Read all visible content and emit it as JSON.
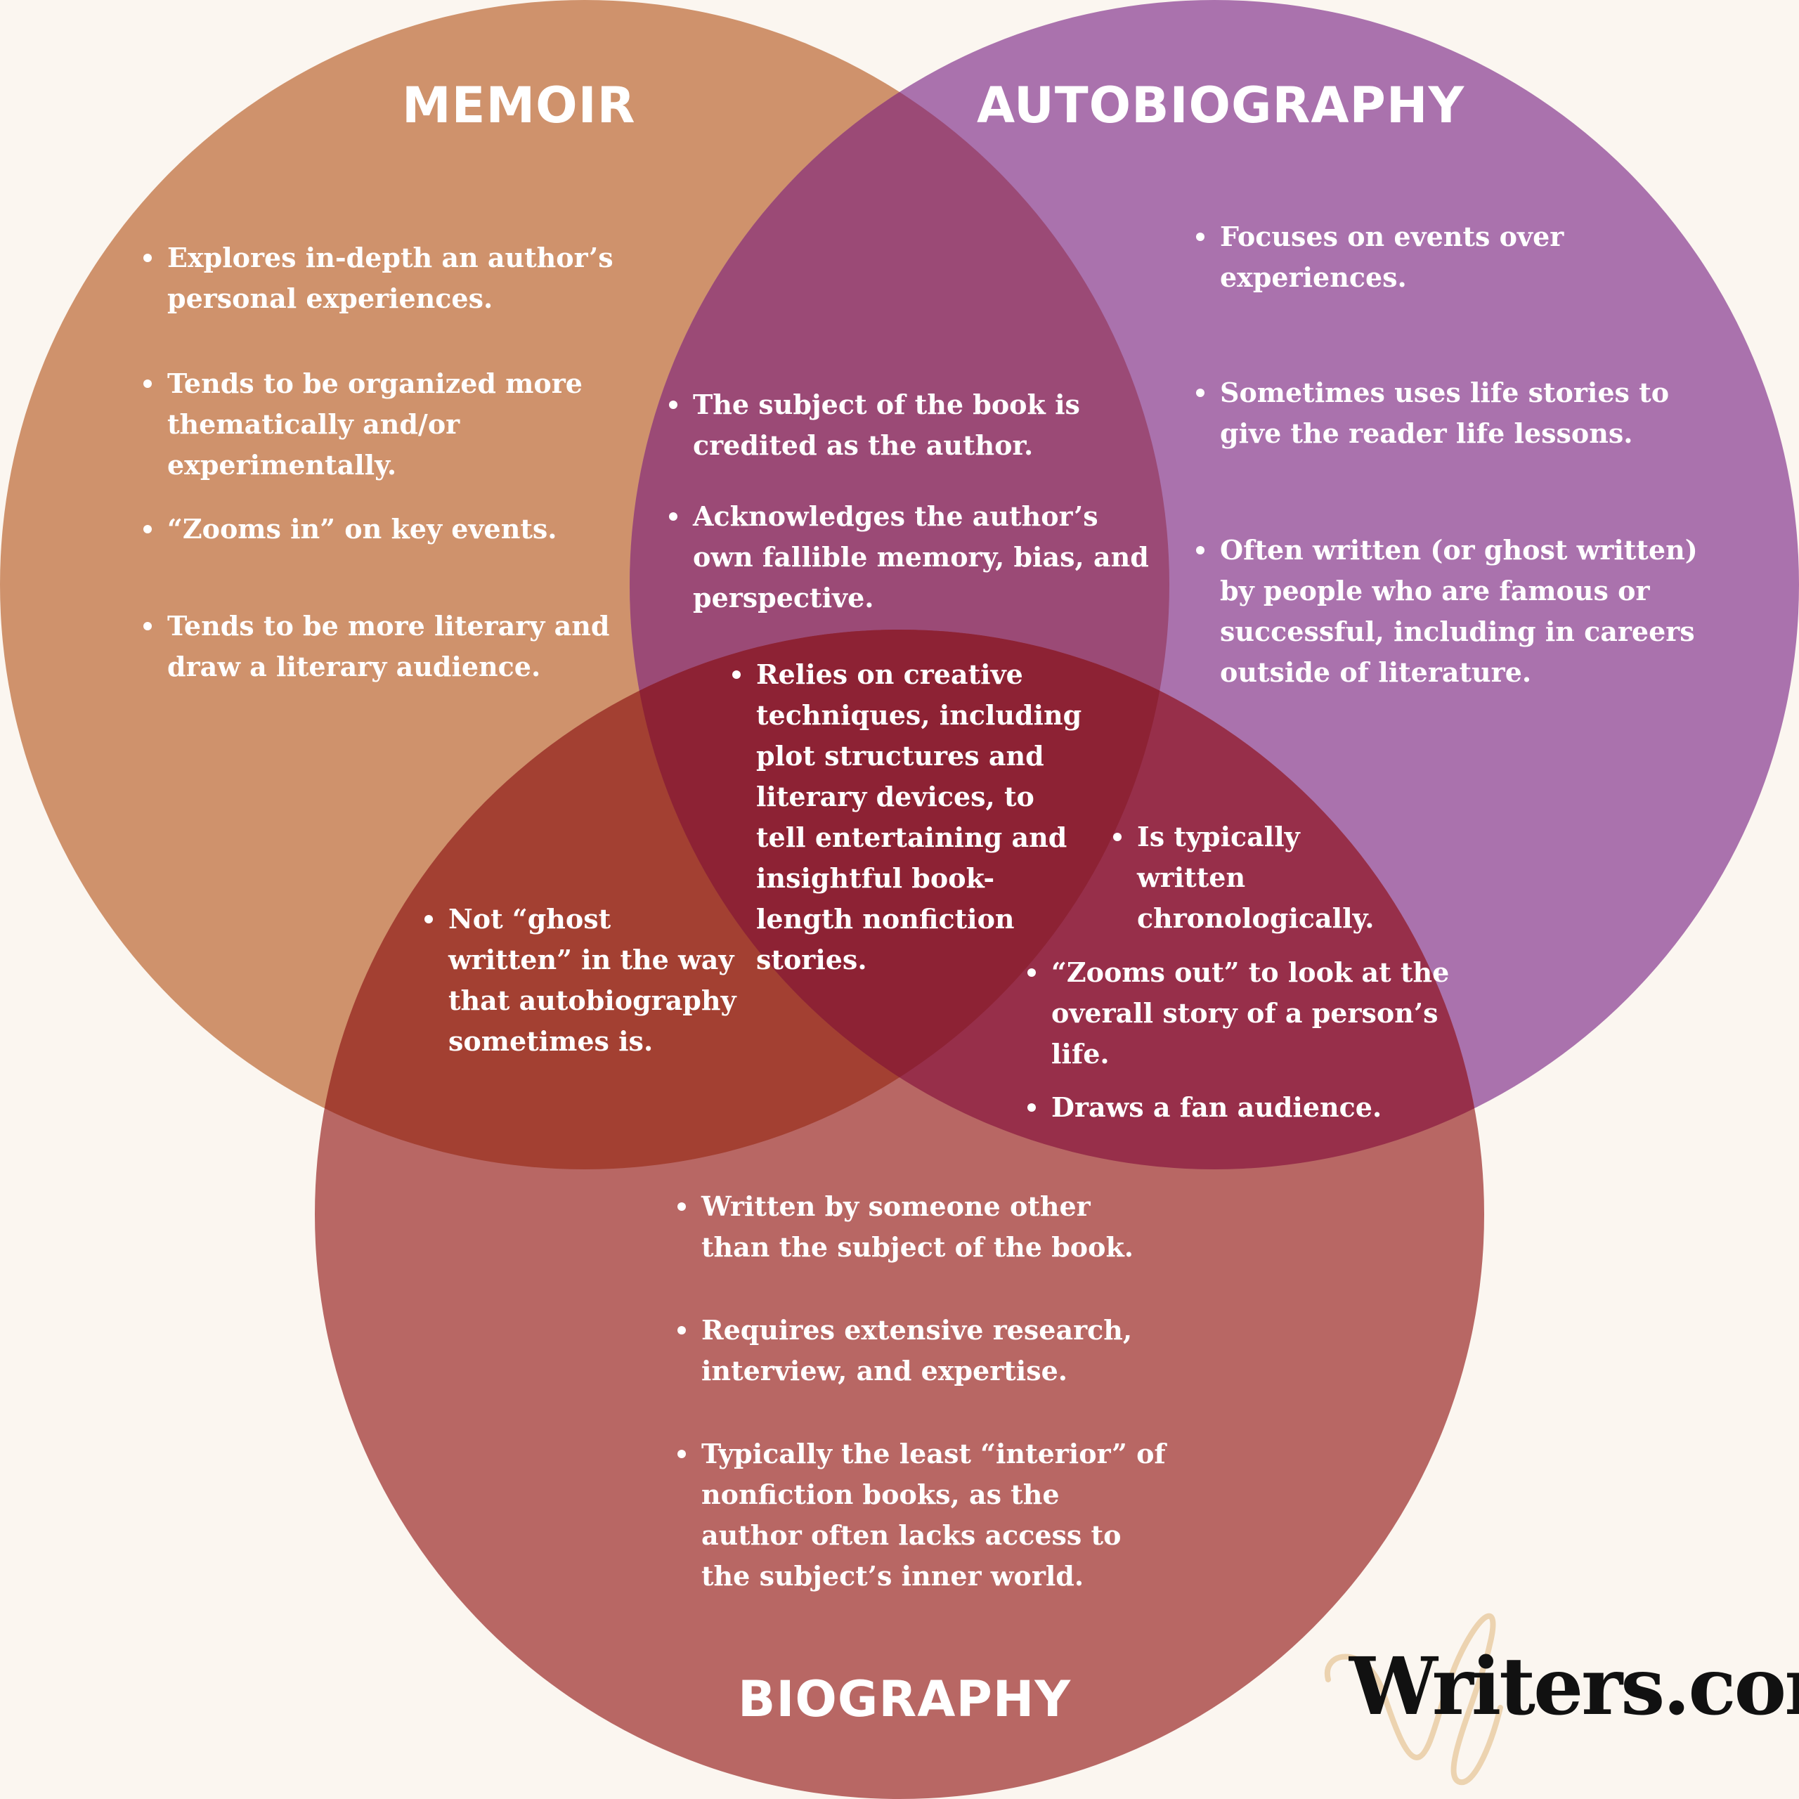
{
  "colors": {
    "background": "#fbf6f0",
    "memoir": "#cf926c",
    "autobiography": "#aa72ad",
    "biography": "#b86764",
    "memoir_autobiography": "#9b4a76",
    "memoir_biography": "#a34032",
    "autobiography_biography": "#972f4a",
    "all_three": "#8d2234"
  },
  "titles": {
    "memoir": "MEMOIR",
    "autobiography": "AUTOBIOGRAPHY",
    "biography": "BIOGRAPHY"
  },
  "regions": {
    "memoir_only": [
      "Explores in-depth an author’s personal experiences.",
      "Tends to be organized more thematically and/or experimentally.",
      "“Zooms in” on key events.",
      "Tends to be more literary and draw a literary audience."
    ],
    "autobiography_only": [
      "Focuses on events over experiences.",
      "Sometimes uses life stories to give the reader life lessons.",
      "Often written (or ghost written) by people who are famous or successful, including in careers outside of literature."
    ],
    "memoir_autobiography": [
      "The subject of the book is credited as the author.",
      "Acknowledges the author’s own fallible memory, bias, and perspective."
    ],
    "all_three": [
      "Relies on creative techniques, including plot structures and literary devices, to tell entertaining and insightful book-length nonfiction stories."
    ],
    "memoir_biography": [
      "Not “ghost written” in the way that autobiography sometimes is."
    ],
    "autobiography_biography": [
      "Is typically written chronologically.",
      "“Zooms out” to look at the overall story of a person’s life.",
      "Draws a fan audience."
    ],
    "biography_only": [
      "Written by someone other than the subject of the book.",
      "Requires extensive research, interview, and expertise.",
      "Typically the least “interior” of nonfiction books, as the author often lacks access to the subject’s inner world."
    ]
  },
  "logo": {
    "text": "Writers.com",
    "mark_color": "#ecd3b0"
  }
}
